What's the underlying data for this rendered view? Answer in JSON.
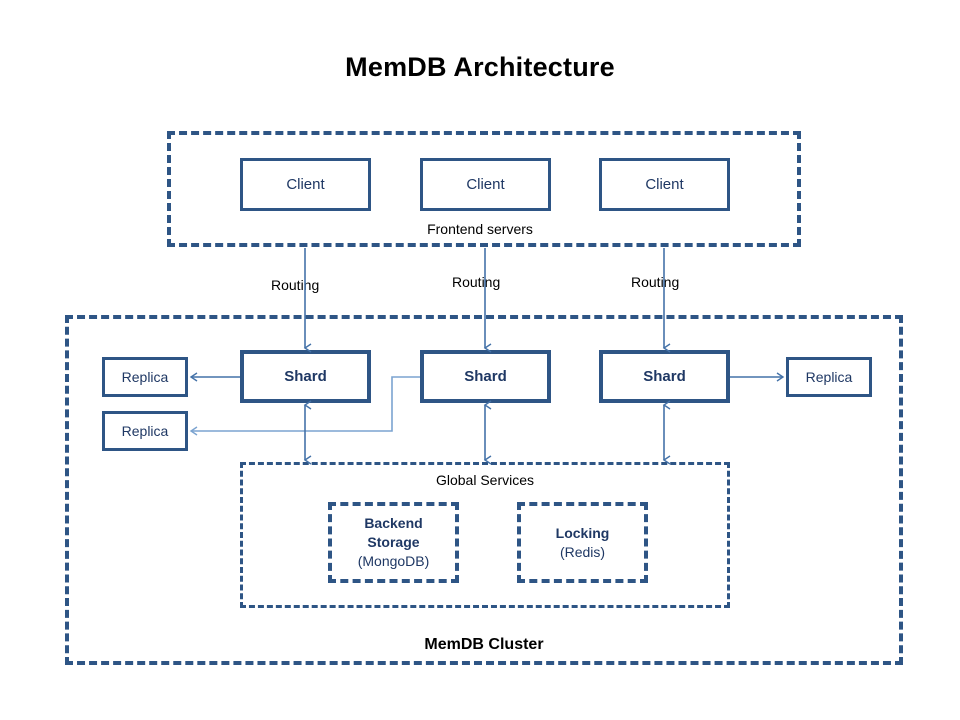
{
  "page": {
    "title": "MemDB Architecture"
  },
  "frontend": {
    "label": "Frontend servers",
    "clients": [
      {
        "label": "Client"
      },
      {
        "label": "Client"
      },
      {
        "label": "Client"
      }
    ]
  },
  "routing": {
    "labels": [
      "Routing",
      "Routing",
      "Routing"
    ]
  },
  "cluster": {
    "label": "MemDB Cluster",
    "shards": [
      {
        "label": "Shard"
      },
      {
        "label": "Shard"
      },
      {
        "label": "Shard"
      }
    ],
    "replicas": [
      {
        "label": "Replica"
      },
      {
        "label": "Replica"
      },
      {
        "label": "Replica"
      }
    ]
  },
  "global_services": {
    "label": "Global Services",
    "services": [
      {
        "name": "Backend\nStorage",
        "impl": "(MongoDB)"
      },
      {
        "name": "Locking",
        "impl": "(Redis)"
      }
    ]
  },
  "colors": {
    "border_blue": "#2e5585",
    "text_navy": "#1f3864",
    "connector_blue": "#4472a8",
    "connector_light_blue": "#7ba3d0",
    "text_black": "#000000",
    "background": "#ffffff"
  }
}
